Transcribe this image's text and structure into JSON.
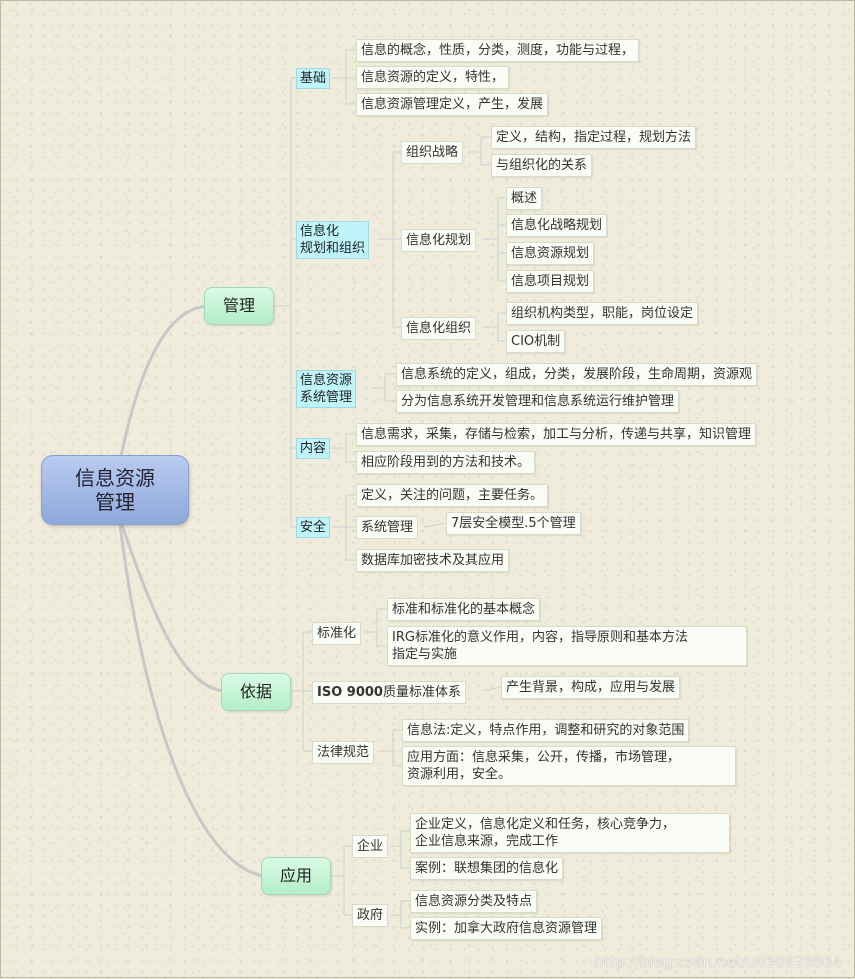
{
  "root": "信息资源\n管理",
  "main": {
    "guanli": "管理",
    "yiju": "依据",
    "yingyong": "应用"
  },
  "guanli": {
    "jichu": {
      "label": "基础",
      "items": [
        "信息的概念，性质，分类，测度，功能与过程，",
        "信息资源的定义，特性，",
        "信息资源管理定义，产生，发展"
      ]
    },
    "xinxihua": {
      "label": "信息化\n规划和组织",
      "zuzhizhanlue": {
        "label": "组织战略",
        "items": [
          "定义，结构，指定过程，规划方法",
          "与组织化的关系"
        ]
      },
      "guihua": {
        "label": "信息化规划",
        "items": [
          "概述",
          "信息化战略规划",
          "信息资源规划",
          "信息项目规划"
        ]
      },
      "zuzhi": {
        "label": "信息化组织",
        "items": [
          "组织机构类型，职能，岗位设定",
          "CIO机制"
        ]
      }
    },
    "xitong": {
      "label": "信息资源\n系统管理",
      "items": [
        "信息系统的定义，组成，分类，发展阶段，生命周期，资源观",
        "分为信息系统开发管理和信息系统运行维护管理"
      ]
    },
    "neirong": {
      "label": "内容",
      "items": [
        "信息需求，采集，存储与检索，加工与分析，传递与共享，知识管理",
        "相应阶段用到的方法和技术。"
      ]
    },
    "anquan": {
      "label": "安全",
      "items": [
        "定义，关注的问题，主要任务。",
        "系统管理",
        "数据库加密技术及其应用"
      ],
      "xitong_child": "7层安全模型.5个管理"
    }
  },
  "yiju": {
    "biaozhunhua": {
      "label": "标准化",
      "items": [
        "标准和标准化的基本概念",
        "IRG标准化的意义作用，内容，指导原则和基本方法\n指定与实施"
      ]
    },
    "iso": {
      "label_bold": "ISO 9000",
      "label_rest": "质量标准体系",
      "items": [
        "产生背景，构成，应用与发展"
      ]
    },
    "falv": {
      "label": "法律规范",
      "items": [
        "信息法:定义，特点作用，调整和研究的对象范围",
        "应用方面：信息采集，公开，传播，市场管理，\n资源利用，安全。"
      ]
    }
  },
  "yingyong": {
    "qiye": {
      "label": "企业",
      "items": [
        "企业定义，信息化定义和任务，核心竞争力，\n企业信息来源，完成工作",
        "案例：联想集团的信息化"
      ]
    },
    "zhengfu": {
      "label": "政府",
      "items": [
        "信息资源分类及特点",
        "实例：加拿大政府信息资源管理"
      ]
    }
  },
  "watermark": "http://blog.csdn.net/u010928364"
}
